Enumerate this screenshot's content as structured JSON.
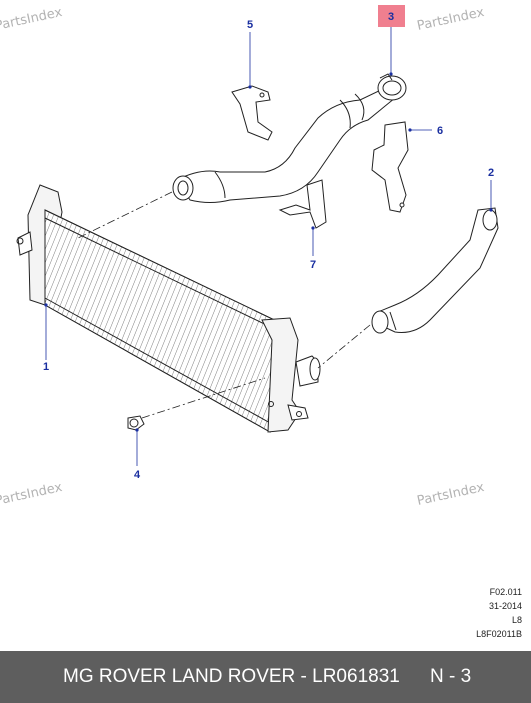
{
  "diagram": {
    "watermarks": [
      "PartsIndex",
      "PartsIndex",
      "PartsIndex",
      "PartsIndex"
    ],
    "callouts": [
      {
        "id": "1",
        "label": "1"
      },
      {
        "id": "2",
        "label": "2"
      },
      {
        "id": "3",
        "label": "3",
        "highlighted": true
      },
      {
        "id": "4",
        "label": "4"
      },
      {
        "id": "5",
        "label": "5"
      },
      {
        "id": "6",
        "label": "6"
      },
      {
        "id": "7",
        "label": "7"
      }
    ],
    "highlight_color": "#f07f8f",
    "callout_color": "#1a2fa0"
  },
  "reference": {
    "line1": "F02.011",
    "line2": "31-2014",
    "line3": "L8",
    "line4": "L8F02011B"
  },
  "footer": {
    "title": "MG ROVER LAND ROVER - LR061831",
    "page": "N - 3"
  }
}
